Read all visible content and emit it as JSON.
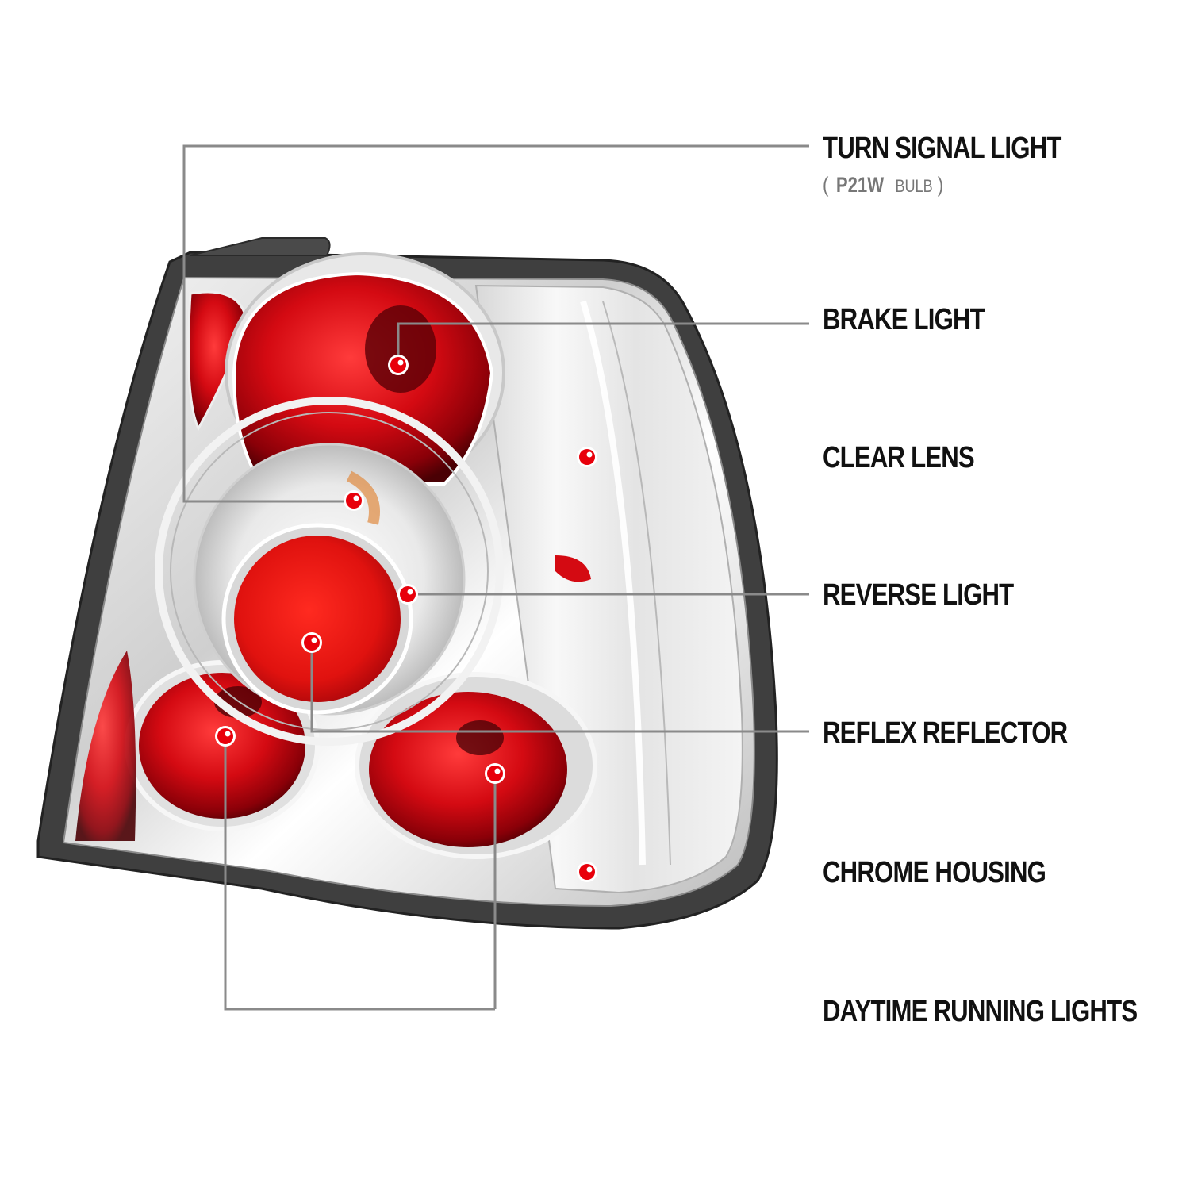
{
  "diagram": {
    "subject": "Tail light assembly (chrome housing, clear lens)",
    "accent_color": "#d00010",
    "leader_line_start_color": "#8a8a8a",
    "leader_line_end_color": "#d00010",
    "callouts": [
      {
        "id": "turn-signal",
        "label": "TURN SIGNAL LIGHT",
        "sub": {
          "open": "(",
          "code": "P21W",
          "unit": "BULB",
          "close": ")"
        }
      },
      {
        "id": "brake",
        "label": "BRAKE LIGHT"
      },
      {
        "id": "clear-lens",
        "label": "CLEAR LENS"
      },
      {
        "id": "reverse",
        "label": "REVERSE LIGHT"
      },
      {
        "id": "reflex-reflector",
        "label": "REFLEX REFLECTOR"
      },
      {
        "id": "chrome-housing",
        "label": "CHROME HOUSING"
      },
      {
        "id": "drl",
        "label": "DAYTIME RUNNING LIGHTS"
      }
    ]
  }
}
